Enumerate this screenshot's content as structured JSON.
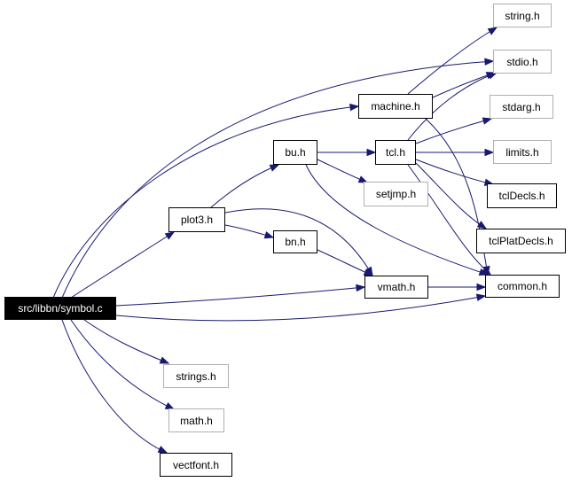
{
  "graph": {
    "nodes": {
      "root": {
        "label": "src/libbn/symbol.c"
      },
      "machine_h": {
        "label": "machine.h"
      },
      "bu_h": {
        "label": "bu.h"
      },
      "tcl_h": {
        "label": "tcl.h"
      },
      "plot3_h": {
        "label": "plot3.h"
      },
      "bn_h": {
        "label": "bn.h"
      },
      "vmath_h": {
        "label": "vmath.h"
      },
      "common_h": {
        "label": "common.h"
      },
      "string_h": {
        "label": "string.h"
      },
      "stdio_h": {
        "label": "stdio.h"
      },
      "stdarg_h": {
        "label": "stdarg.h"
      },
      "limits_h": {
        "label": "limits.h"
      },
      "tclDecls_h": {
        "label": "tclDecls.h"
      },
      "tclPlatDecls_h": {
        "label": "tclPlatDecls.h"
      },
      "setjmp_h": {
        "label": "setjmp.h"
      },
      "strings_h": {
        "label": "strings.h"
      },
      "math_h": {
        "label": "math.h"
      },
      "vectfont_h": {
        "label": "vectfont.h"
      }
    },
    "edges": [
      [
        "root",
        "stdio_h"
      ],
      [
        "root",
        "machine_h"
      ],
      [
        "root",
        "plot3_h"
      ],
      [
        "root",
        "vmath_h"
      ],
      [
        "root",
        "common_h"
      ],
      [
        "root",
        "strings_h"
      ],
      [
        "root",
        "math_h"
      ],
      [
        "root",
        "vectfont_h"
      ],
      [
        "machine_h",
        "string_h"
      ],
      [
        "machine_h",
        "stdio_h"
      ],
      [
        "machine_h",
        "common_h"
      ],
      [
        "plot3_h",
        "bu_h"
      ],
      [
        "plot3_h",
        "bn_h"
      ],
      [
        "plot3_h",
        "vmath_h"
      ],
      [
        "bu_h",
        "tcl_h"
      ],
      [
        "bu_h",
        "setjmp_h"
      ],
      [
        "bu_h",
        "common_h"
      ],
      [
        "tcl_h",
        "stdio_h"
      ],
      [
        "tcl_h",
        "stdarg_h"
      ],
      [
        "tcl_h",
        "limits_h"
      ],
      [
        "tcl_h",
        "tclDecls_h"
      ],
      [
        "tcl_h",
        "tclPlatDecls_h"
      ],
      [
        "tcl_h",
        "common_h"
      ],
      [
        "bn_h",
        "vmath_h"
      ],
      [
        "vmath_h",
        "common_h"
      ]
    ]
  },
  "colors": {
    "edge": "#191970",
    "root_fill": "#000000",
    "node_border": "#000000",
    "missing_border": "#b0b0b0"
  }
}
